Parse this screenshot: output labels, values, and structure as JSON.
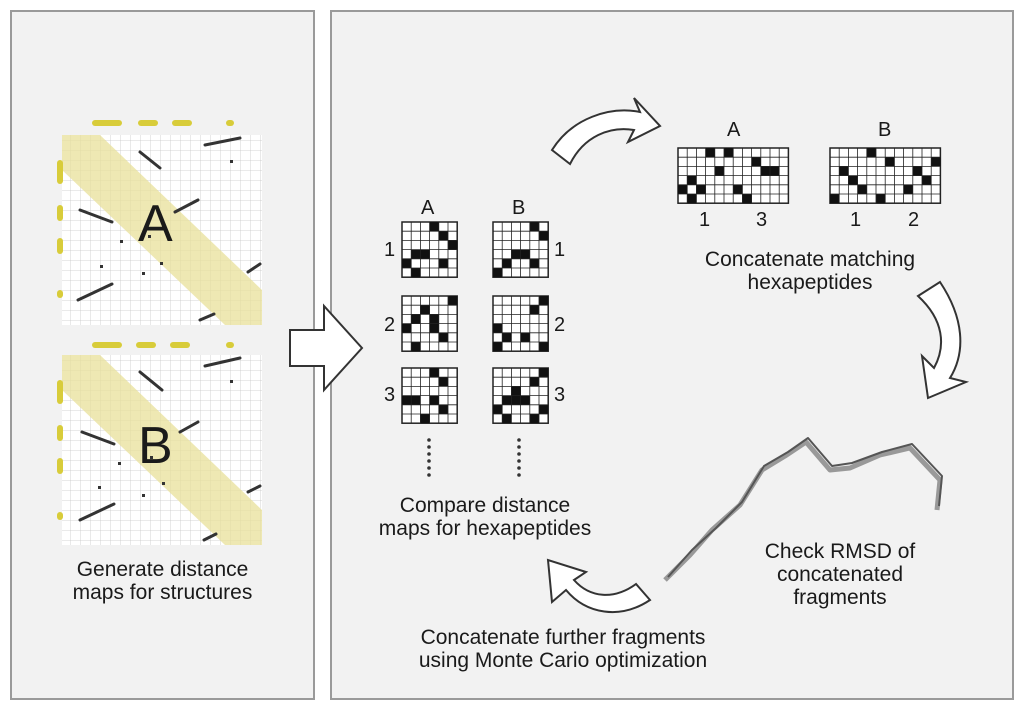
{
  "left": {
    "map_a_label": "A",
    "map_b_label": "B",
    "caption": "Generate distance\nmaps for structures"
  },
  "compare": {
    "col_a": "A",
    "col_b": "B",
    "rows": [
      "1",
      "2",
      "3"
    ],
    "caption": "Compare distance\nmaps for hexapeptides"
  },
  "concat": {
    "col_a": "A",
    "col_b": "B",
    "a_nums": [
      "1",
      "3"
    ],
    "b_nums": [
      "1",
      "2"
    ],
    "caption": "Concatenate matching\nhexapeptides"
  },
  "rmsd_caption": "Check RMSD of\nconcatenated\nfragments",
  "monte_caption": "Concatenate further fragments\nusing Monte Cario optimization",
  "colors": {
    "highlight": "#e8e09a",
    "bar": "#d8cc3a",
    "panel": "#f2f2f2",
    "border": "#9a9a9a"
  }
}
